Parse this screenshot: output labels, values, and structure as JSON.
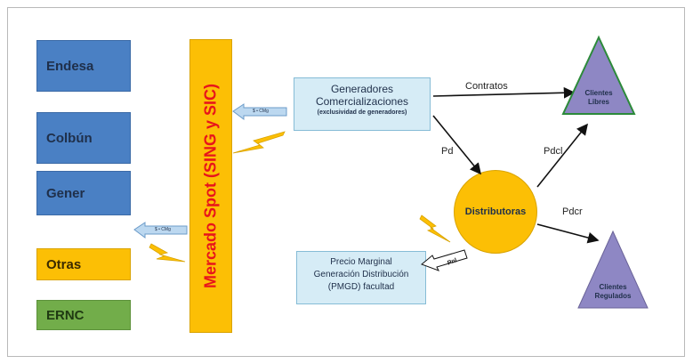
{
  "generators": {
    "endesa": "Endesa",
    "colbun": "Colbún",
    "gener": "Gener",
    "otras": "Otras",
    "ernc": "ERNC"
  },
  "spot_market": {
    "label": "Mercado Spot (SING y SIC)"
  },
  "gen_com": {
    "line1": "Generadores",
    "line2": "Comercializaciones",
    "line3": "(exclusividad de generadores)"
  },
  "distributor": {
    "label": "Distributoras"
  },
  "clients_libres": {
    "line1": "Clientes",
    "line2": "Libres"
  },
  "clients_regulados": {
    "line1": "Clientes",
    "line2": "Regulados"
  },
  "pmgd": {
    "line1": "Precio Marginal",
    "line2": "Generación Distribución",
    "line3": "(PMGD) facultad"
  },
  "flows": {
    "contratos": "Contratos",
    "pd": "Pd",
    "pdcl": "Pdcl",
    "pdcr": "Pdcr",
    "pnl": "Pnl"
  },
  "cmg_badge_top": "$ • CMg",
  "cmg_badge_left": "$ • CMg",
  "colors": {
    "blue": "#4a80c4",
    "orange": "#fcbf05",
    "green": "#72ad4a",
    "light_blue": "#d6ecf6",
    "purple": "#8e87c4",
    "spot_text": "#e8141b"
  }
}
